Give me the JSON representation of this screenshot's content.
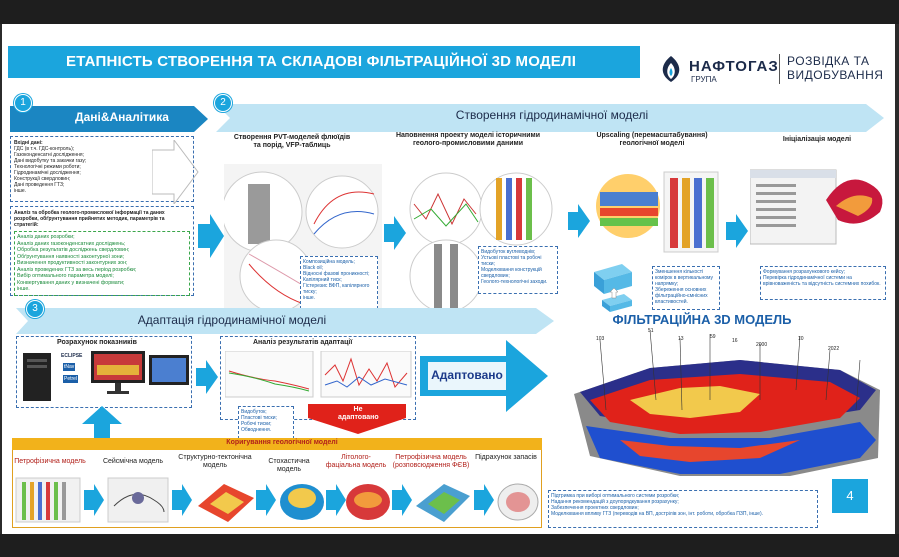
{
  "slide": {
    "title": "ЕТАПНІСТЬ СТВОРЕННЯ ТА СКЛАДОВІ ФІЛЬТРАЦІЙНОЇ 3D МОДЕЛІ",
    "page_number": "4"
  },
  "logo": {
    "brand": "НАФТОГАЗ",
    "brand_sub": "ГРУПА",
    "division": "РОЗВІДКА ТА\nВИДОБУВАННЯ"
  },
  "stage1": {
    "number": "1",
    "title": "Дані&Аналітика",
    "input_heading": "Вхідні дані:",
    "input_items": [
      "ГДС (в т.ч. ГДС-контроль);",
      "Газоконденсатні дослідження;",
      "Дані видобутку та закачки газу;",
      "Технологічні режими роботи;",
      "Гідродинамічні дослідження;",
      "Конструкції свердловин;",
      "Дані проведення ГТЗ;",
      "інше."
    ],
    "analysis_heading": "Аналіз та обробка геолого-промислової інформації та даних розробки, обґрунтування прийнятих методик, параметрів та стратегій:",
    "analysis_items": [
      "Аналіз даних розробки;",
      "Аналіз даних газоконденсатних досліджень;",
      "Обробка результатів досліджень свердловин;",
      "Обґрунтування наявності законтурної зони;",
      "Визначення продуктивності законтурних зон;",
      "Аналіз проведених ГТЗ за весь період розробки;",
      "Вибір оптимального параметра моделі;",
      "Конвертування даних у визначені формати;",
      "інше."
    ]
  },
  "stage2": {
    "number": "2",
    "title": "Створення гідродинамічної моделі",
    "steps": [
      {
        "title": "Створення PVT-моделей флюїдів та порід, VFP-таблиць",
        "notes": [
          "Композиційна модель;",
          "Black oil;",
          "Відносні фазові проникності;",
          "Капілярний тиск;",
          "Гістерезис ВФП, капілярного тиску;",
          "інше."
        ]
      },
      {
        "title": "Наповнення проекту моделі історичними геолого-промисловими даними",
        "notes": [
          "Видобуток вуглеводнів;",
          "Устьові пластові та робочі тиски;",
          "Моделювання конструкцій свердловин;",
          "Геолого-технологічні заходи."
        ]
      },
      {
        "title": "Upscaling (перемасштабування) геологічної моделі",
        "notes": [
          "Зменшення кількості комірок в вертикальному напрямку;",
          "Збереження основних фільтраційно-ємнісних властивостей."
        ]
      },
      {
        "title": "Ініціалізація моделі",
        "notes": [
          "Формування розрахункового кейсу;",
          "Перевірка гідродинамічної системи на врівноваженість та відсутність системних похибок."
        ]
      }
    ]
  },
  "stage3": {
    "number": "3",
    "title": "Адаптація гідродинамічної моделі",
    "calc_label": "Розрахунок показників",
    "analysis_label": "Аналіз результатів адаптації",
    "analysis_notes": [
      "Видобуток;",
      "Пластові тиски;",
      "Робочі тиски;",
      "Обводнення."
    ],
    "adapted_label": "Адаптовано",
    "not_adapted_label": "Не адаптовано",
    "software": [
      "ECLIPSE",
      "tNav",
      "Petrel"
    ]
  },
  "geo_model": {
    "title": "Коригування геологічної моделі",
    "steps": [
      "Петрофізична модель",
      "Сейсмічна модель",
      "Структурно-тектонічна модель",
      "Стохастична модель",
      "Літолого-фаціальна модель",
      "Петрофізична модель (розповсюдження ФЄВ)",
      "Підрахунок запасів"
    ]
  },
  "filtration": {
    "title": "ФІЛЬТРАЦІЙНА 3D МОДЕЛЬ",
    "well_labels": [
      "103",
      "51",
      "13",
      "2000",
      "10",
      "2022",
      "59",
      "16"
    ],
    "bottom_notes": [
      "Підтримка при виборі оптимального системи розробки;",
      "Надання рекомендацій з доупорядкування розрахунку;",
      "Забезпечення проектних свердловин;",
      "Моделювання впливу ГТЗ (переводів на ВП, дострілів зон, інт. роботи, обробка ПЗП, інше)."
    ]
  },
  "colors": {
    "accent": "#1ba5dd",
    "navy": "#1c2b4a",
    "red": "#e0221a",
    "gold": "#f2b21b",
    "list_blue": "#1a5fa8"
  }
}
